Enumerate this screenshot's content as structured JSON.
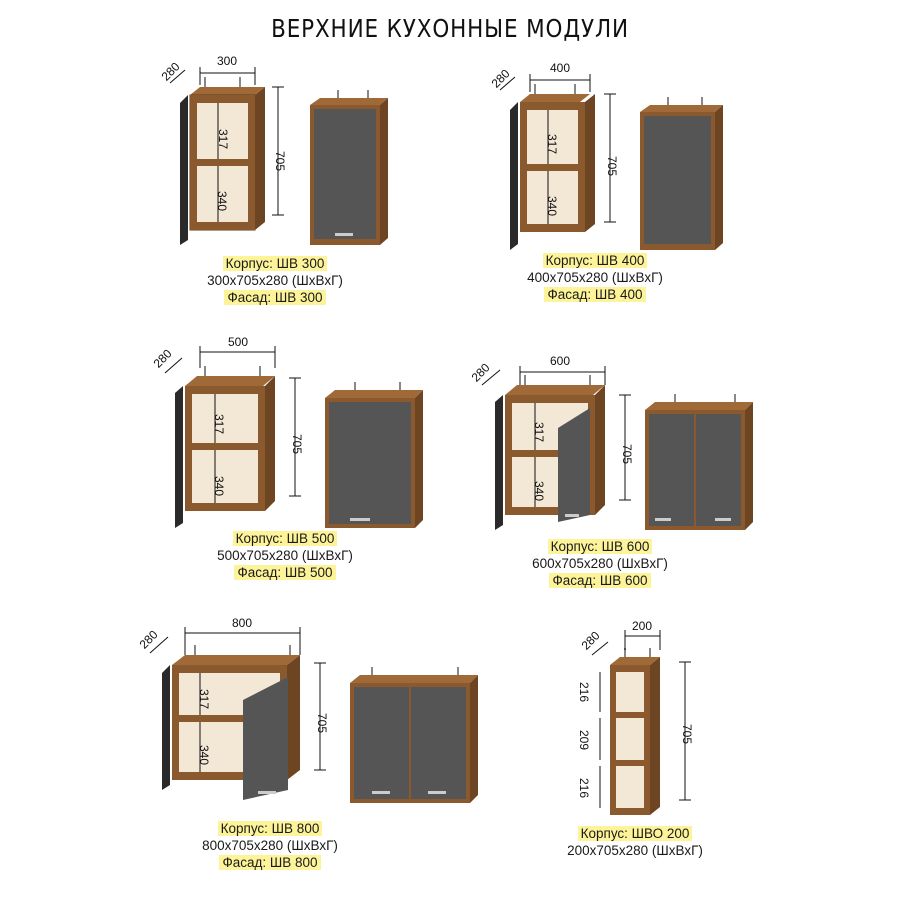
{
  "title": "ВЕРХНИЕ КУХОННЫЕ МОДУЛИ",
  "colors": {
    "wood": "#8a5a2e",
    "wood_dark": "#5e3a1a",
    "facade": "#555555",
    "highlight": "#fdf49a"
  },
  "modules": [
    {
      "depth": "280",
      "width": "300",
      "height": "705",
      "shelf_top": "317",
      "shelf_bottom": "340",
      "korpus": "Корпус: ШВ 300",
      "size": "300х705х280 (ШхВхГ)",
      "fasad": "Фасад: ШВ 300"
    },
    {
      "depth": "280",
      "width": "400",
      "height": "705",
      "shelf_top": "317",
      "shelf_bottom": "340",
      "korpus": "Корпус: ШВ 400",
      "size": "400х705х280 (ШхВхГ)",
      "fasad": "Фасад: ШВ 400"
    },
    {
      "depth": "280",
      "width": "500",
      "height": "705",
      "shelf_top": "317",
      "shelf_bottom": "340",
      "korpus": "Корпус: ШВ 500",
      "size": "500х705х280 (ШхВхГ)",
      "fasad": "Фасад: ШВ 500"
    },
    {
      "depth": "280",
      "width": "600",
      "height": "705",
      "shelf_top": "317",
      "shelf_bottom": "340",
      "korpus": "Корпус: ШВ 600",
      "size": "600х705х280 (ШхВхГ)",
      "fasad": "Фасад: ШВ 600"
    },
    {
      "depth": "280",
      "width": "800",
      "height": "705",
      "shelf_top": "317",
      "shelf_bottom": "340",
      "korpus": "Корпус: ШВ 800",
      "size": "800х705х280 (ШхВхГ)",
      "fasad": "Фасад: ШВ 800"
    },
    {
      "depth": "280",
      "width": "200",
      "height": "705",
      "shelf_a": "216",
      "shelf_b": "209",
      "shelf_c": "216",
      "korpus": "Корпус: ШВО 200",
      "size": "200х705х280 (ШхВхГ)"
    }
  ]
}
